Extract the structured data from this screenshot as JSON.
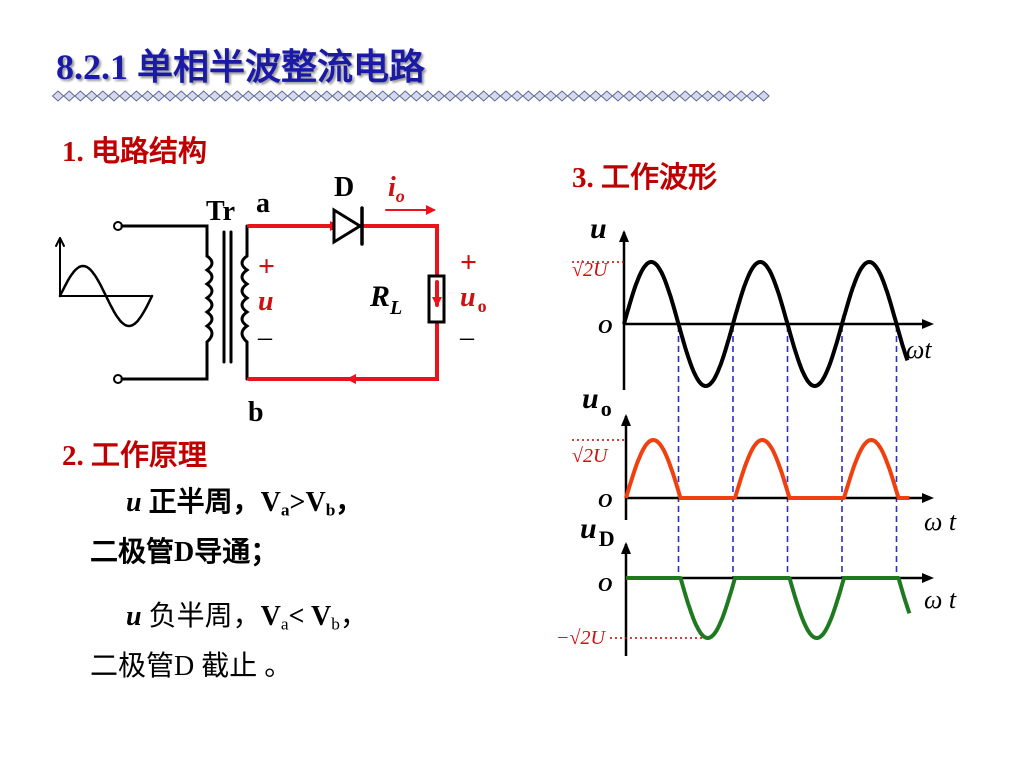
{
  "slide": {
    "title": "8.2.1  单相半波整流电路",
    "colors": {
      "title": "#1a1aa6",
      "section": "#c00000",
      "circuit_wire": "#e8141a",
      "uo_wave": "#f0400f",
      "ud_wave": "#1f7a1f",
      "dashed": "#2d2dc8"
    }
  },
  "sections": {
    "structure": "1. 电路结构",
    "principle": "2. 工作原理",
    "waveform": "3. 工作波形"
  },
  "principle": {
    "pos_u": "u",
    "pos_mid": "  正半周，",
    "va": "V",
    "va_sub": "a",
    "gt": ">",
    "vb": "V",
    "vb_sub": "b",
    "pos_end": "，",
    "pos_line2": "二极管D导通；",
    "neg_u": "u",
    "neg_mid": " 负半周，",
    "lt": "< ",
    "neg_end": "，",
    "neg_line2": "二极管D 截止 。"
  },
  "circuit": {
    "tr": "Tr",
    "node_a": "a",
    "node_b": "b",
    "diode": "D",
    "io_i": "i",
    "io_sub": "o",
    "plus": "+",
    "minus": "–",
    "u": "u",
    "rl_r": "R",
    "rl_sub": "L",
    "uo_u": "u",
    "uo_sub": "o"
  },
  "waveforms": {
    "top": {
      "ylabel": "u",
      "peak": "√2U",
      "origin": "O",
      "xlabel": "ωt"
    },
    "mid": {
      "ylabel_u": "u",
      "ylabel_sub": "o",
      "peak": "√2U",
      "origin": "O",
      "xlabel": "ω t"
    },
    "bot": {
      "ylabel_u": "u",
      "ylabel_sub": "D",
      "peak": "−√2U",
      "origin": "O",
      "xlabel": "ω t"
    }
  }
}
